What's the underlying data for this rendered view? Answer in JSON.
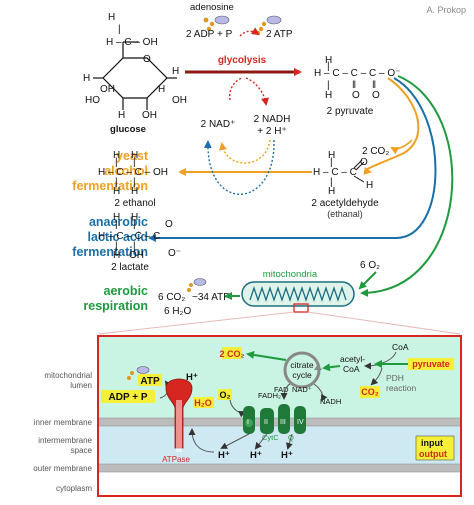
{
  "credit": "A. Prokop",
  "top": {
    "adenosine": "adenosine",
    "adp_p": "2 ADP + P",
    "atp": "2 ATP",
    "glycolysis": "glycolysis",
    "glucose": "glucose",
    "pyruvate": "2 pyruvate",
    "nad": "2 NAD⁺",
    "nadh": "2 NADH",
    "h_plus": "+ 2 H⁺",
    "co2": "2 CO₂"
  },
  "fermentation": {
    "yeast_title": [
      "yeast",
      "alcohol",
      "fermentation"
    ],
    "ethanol": "2 ethanol",
    "acetaldehyde": "2 acetyldehyde",
    "ethanal": "(ethanal)",
    "lactic_title": [
      "anaerobic",
      "lactic acid",
      "fermentation"
    ],
    "lactate": "2 lactate"
  },
  "aerobic": {
    "title": [
      "aerobic",
      "respiration"
    ],
    "products_co2": "6 CO₂",
    "products_atp": "~34 ATP",
    "products_h2o": "6 H₂O",
    "mitochondria": "mitochondria",
    "o2": "6 O₂"
  },
  "inset": {
    "regions": [
      "mitochondrial",
      "lumen",
      "inner membrane",
      "intermembrane",
      "space",
      "outer membrane",
      "cytoplasm"
    ],
    "atp": "ATP",
    "adp_p": "ADP + P",
    "h_plus": "H⁺",
    "atpase": "ATPase",
    "o2": "O₂",
    "h2o": "H₂O",
    "co2": "2 CO₂",
    "citrate_cycle": [
      "citrate",
      "cycle"
    ],
    "acetyl_coa": [
      "acetyl-",
      "CoA"
    ],
    "coa": "CoA",
    "pyruvate": "pyruvate",
    "pdh": [
      "PDH",
      "reaction"
    ],
    "co2_right": "CO₂",
    "fadh2": "FADH₂",
    "fad": "FAD",
    "nad": "NAD⁺",
    "nadh": "NADH",
    "cytc": "CytC",
    "q": "Q",
    "complex_labels": [
      "I",
      "II",
      "III",
      "IV"
    ],
    "legend": [
      "input",
      "output"
    ]
  },
  "colors": {
    "orange": "#f0a020",
    "blue": "#1b6fa8",
    "green": "#1f9a3e",
    "red": "#d6261f",
    "dark_red": "#c0201a",
    "yellow": "#f5ef3a",
    "lumen": "#c9f3e2",
    "space": "#cfe9f3"
  }
}
